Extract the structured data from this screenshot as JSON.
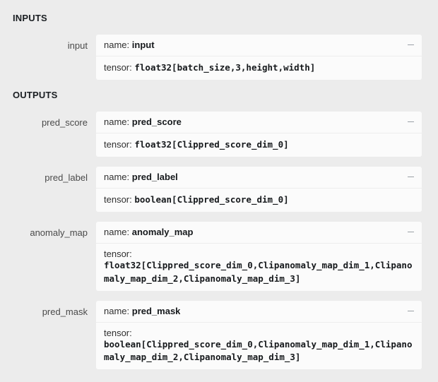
{
  "sections": {
    "inputs": {
      "title": "INPUTS",
      "items": [
        {
          "label": "input",
          "name_key": "name:",
          "name_value": "input",
          "tensor_key": "tensor:",
          "tensor_value": "float32[batch_size,3,height,width]",
          "collapse_icon": "minus-icon",
          "wrap": false
        }
      ]
    },
    "outputs": {
      "title": "OUTPUTS",
      "items": [
        {
          "label": "pred_score",
          "name_key": "name:",
          "name_value": "pred_score",
          "tensor_key": "tensor:",
          "tensor_value": "float32[Clippred_score_dim_0]",
          "collapse_icon": "minus-icon",
          "wrap": false
        },
        {
          "label": "pred_label",
          "name_key": "name:",
          "name_value": "pred_label",
          "tensor_key": "tensor:",
          "tensor_value": "boolean[Clippred_score_dim_0]",
          "collapse_icon": "minus-icon",
          "wrap": false
        },
        {
          "label": "anomaly_map",
          "name_key": "name:",
          "name_value": "anomaly_map",
          "tensor_key": "tensor:",
          "tensor_value": "float32[Clippred_score_dim_0,Clipanomaly_map_dim_1,Clipanomaly_map_dim_2,Clipanomaly_map_dim_3]",
          "collapse_icon": "minus-icon",
          "wrap": true
        },
        {
          "label": "pred_mask",
          "name_key": "name:",
          "name_value": "pred_mask",
          "tensor_key": "tensor:",
          "tensor_value": "boolean[Clippred_score_dim_0,Clipanomaly_map_dim_1,Clipanomaly_map_dim_2,Clipanomaly_map_dim_3]",
          "collapse_icon": "minus-icon",
          "wrap": true
        }
      ]
    }
  },
  "colors": {
    "page_background": "#ececec",
    "card_background": "#fbfbfb",
    "divider": "#ededed",
    "label_text": "#4a4a4a",
    "value_text": "#16191c",
    "dash_icon": "#9aa0a6"
  }
}
